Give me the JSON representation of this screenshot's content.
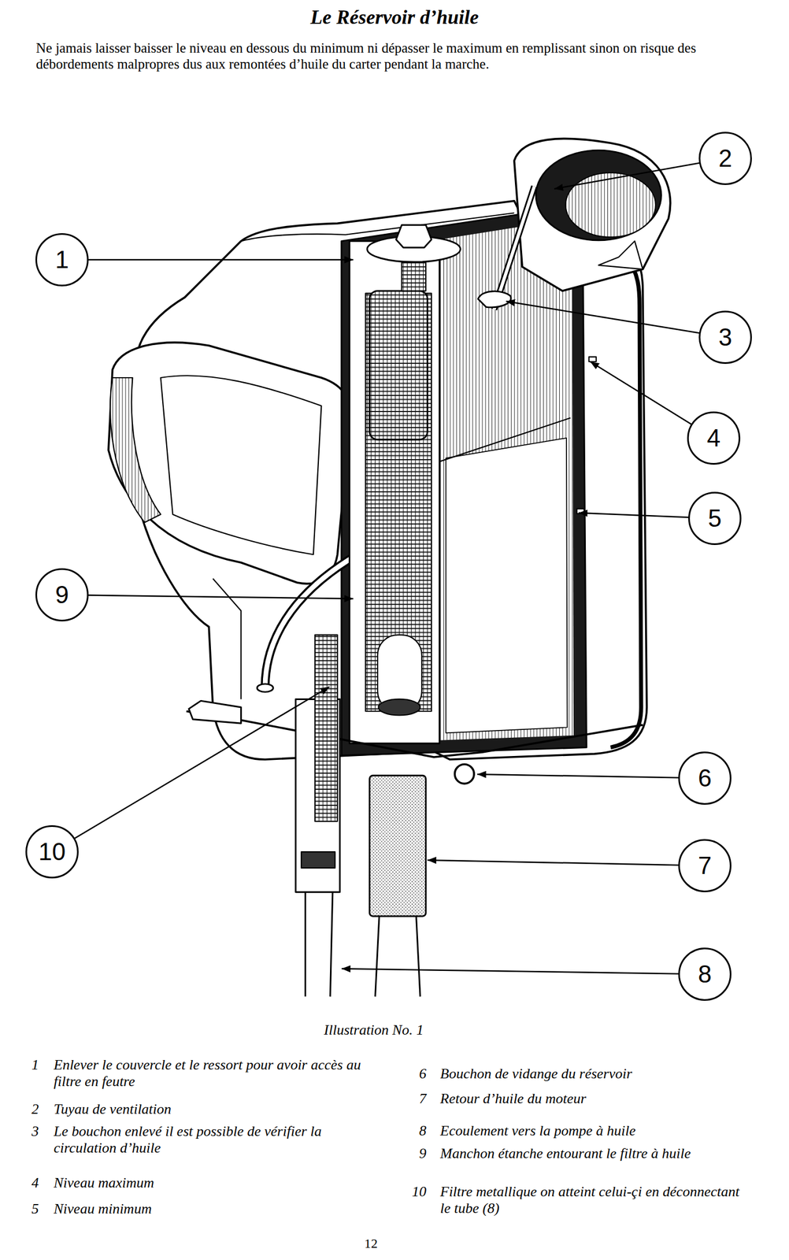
{
  "diagram": {
    "title": "Le Réservoir d’huile",
    "caption": "Illustration No. 1",
    "nodes": [
      {
        "text": [
          "2"
        ]
      },
      {
        "text": [
          "1"
        ]
      },
      {
        "text": [
          "3"
        ]
      },
      {
        "text": [
          "4"
        ]
      },
      {
        "text": [
          "5"
        ]
      },
      {
        "text": [
          "9"
        ]
      },
      {
        "text": [
          "6"
        ]
      },
      {
        "text": [
          "10"
        ]
      },
      {
        "text": [
          "7"
        ]
      },
      {
        "text": [
          "8"
        ]
      }
    ],
    "labels": [
      "Ne jamais laisser baisser le niveau en dessous du minimum ni dépasser le maximum en remplissant sinon on risque des débordements malpropres dus aux remontées d’huile du carter pendant la marche.",
      "1",
      "Enlever le couvercle et le ressort pour avoir accès au filtre en feutre",
      "2",
      "Tuyau de ventilation",
      "3",
      "Le bouchon enlevé il est possible de vérifier la circulation d’huile",
      "4",
      "Niveau maximum",
      "5",
      "Niveau minimum",
      "6",
      "Bouchon de vidange du réservoir",
      "7",
      "Retour d’huile du moteur",
      "8",
      "Ecoulement vers la pompe à huile",
      "9",
      "Manchon étanche entourant le filtre à huile",
      "10",
      "Filtre metallique on atteint celui-çi en déconnectant le tube (8)",
      "12"
    ]
  }
}
